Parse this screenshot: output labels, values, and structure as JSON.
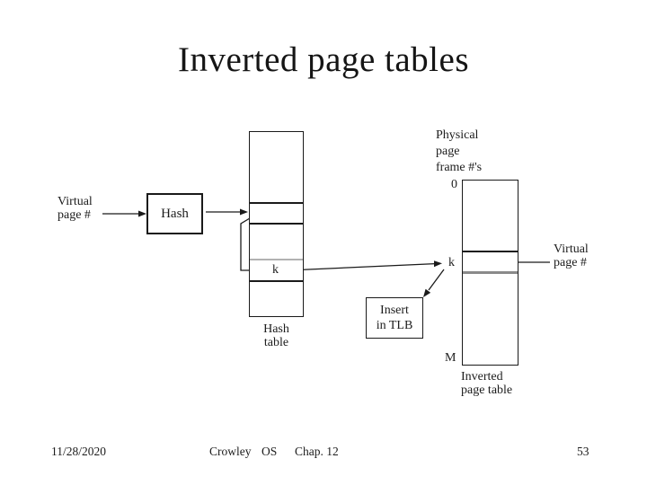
{
  "slide": {
    "title": "Inverted page tables",
    "footer": {
      "date": "11/28/2020",
      "author": "Crowley",
      "course": "OS",
      "chapter": "Chap. 12",
      "page_number": "53"
    }
  },
  "diagram": {
    "virtual_page_left": "Virtual\npage #",
    "hash_box": "Hash",
    "hash_table_caption": "Hash\ntable",
    "hash_table_k": "k",
    "physical_frames_label": "Physical\npage\nframe #'s",
    "frame_zero": "0",
    "frame_k": "k",
    "frame_m": "M",
    "inverted_table_caption": "Inverted\npage table",
    "tlb_box": "Insert\nin TLB",
    "virtual_page_right": "Virtual\npage #",
    "colors": {
      "line": "#1a1a1a",
      "highlight_divider_gray": "#8a8a8a",
      "hash_slot_divider_light": "#b2b2b2"
    }
  }
}
